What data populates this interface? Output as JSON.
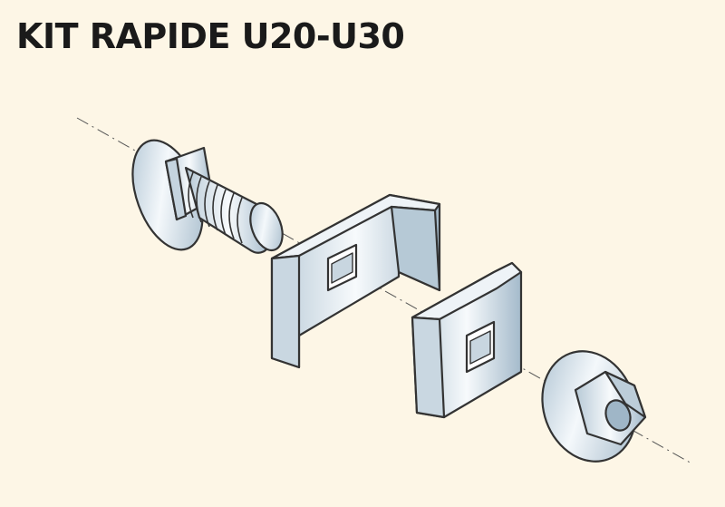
{
  "title": "KIT RAPIDE U20-U30",
  "colors": {
    "background": "#FDF6E6",
    "metal_light": "#F4F8FB",
    "metal_dark": "#A9BFCF",
    "outline": "#333333"
  },
  "parts": [
    "carriage-bolt",
    "bracket-large",
    "bracket-small",
    "flange-nut"
  ]
}
